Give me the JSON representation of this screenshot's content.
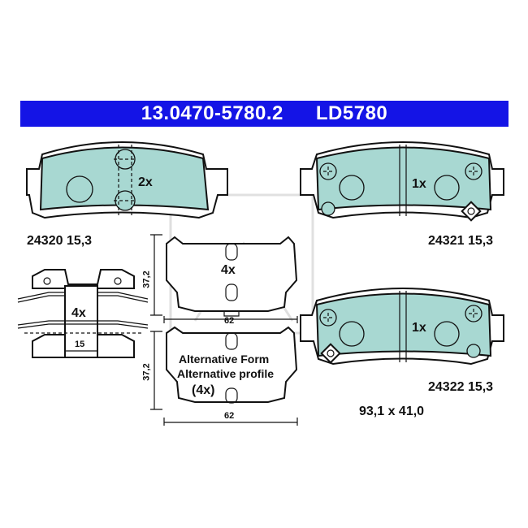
{
  "header": {
    "part_number": "13.0470-5780.2",
    "ref_number": "LD5780"
  },
  "pads": {
    "pad1": {
      "qty": "2x",
      "caption": "24320 15,3"
    },
    "pad2": {
      "qty": "1x",
      "caption": "24321 15,3"
    },
    "pad3": {
      "qty": "1x",
      "caption": "24322 15,3"
    }
  },
  "clip": {
    "qty": "4x",
    "dim": "15"
  },
  "shim": {
    "qty": "4x",
    "dim_height": "37,2",
    "dim_width": "62"
  },
  "alt_shim": {
    "line1": "Alternative Form",
    "line2": "Alternative profile",
    "qty": "(4x)",
    "dim_height": "37,2",
    "dim_width": "62"
  },
  "size": "93,1 x 41,0",
  "colors": {
    "banner": "#1414e6",
    "pad_fill": "#a8d8d2"
  }
}
